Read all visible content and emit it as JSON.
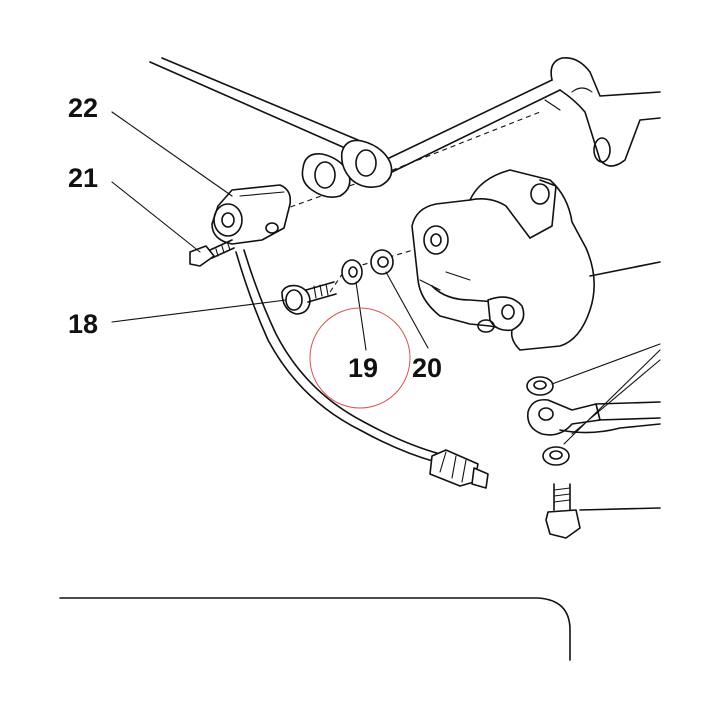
{
  "labels": {
    "p22": "22",
    "p21": "21",
    "p18": "18",
    "p19": "19",
    "p20": "20"
  },
  "colors": {
    "highlight": "#d9534f",
    "ink": "#111111",
    "background": "#ffffff"
  }
}
